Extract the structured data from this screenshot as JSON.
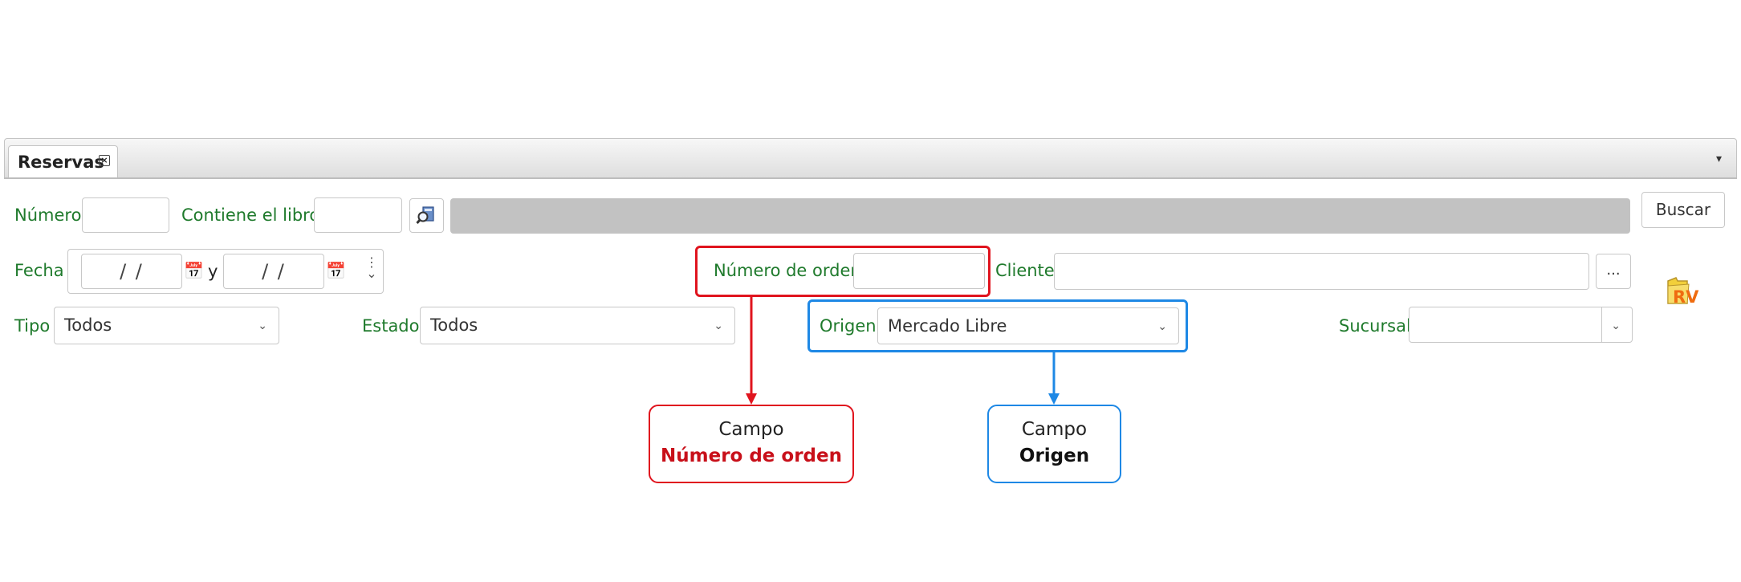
{
  "tab": {
    "label": "Reservas",
    "close_icon": "close-icon",
    "menu_glyph": "▾"
  },
  "form": {
    "numero_label": "Número",
    "contiene_label": "Contiene el libro",
    "buscar_label": "Buscar",
    "fecha_label": "Fecha",
    "fecha_desde": "/ /",
    "fecha_y": "y",
    "fecha_hasta": "/ /",
    "numero_orden_label": "Número de orden",
    "cliente_label": "Cliente",
    "cliente_button": "...",
    "tipo_label": "Tipo",
    "tipo_value": "Todos",
    "estado_label": "Estado",
    "estado_value": "Todos",
    "origen_label": "Origen",
    "origen_value": "Mercado Libre",
    "sucursal_label": "Sucursal",
    "sucursal_value": "",
    "report_icon_text": "RV"
  },
  "annotations": {
    "numero_orden": {
      "line1": "Campo",
      "line2": "Número de orden",
      "color": "#e0141e"
    },
    "origen": {
      "line1": "Campo",
      "line2": "Origen",
      "color": "#1e88e5"
    }
  }
}
